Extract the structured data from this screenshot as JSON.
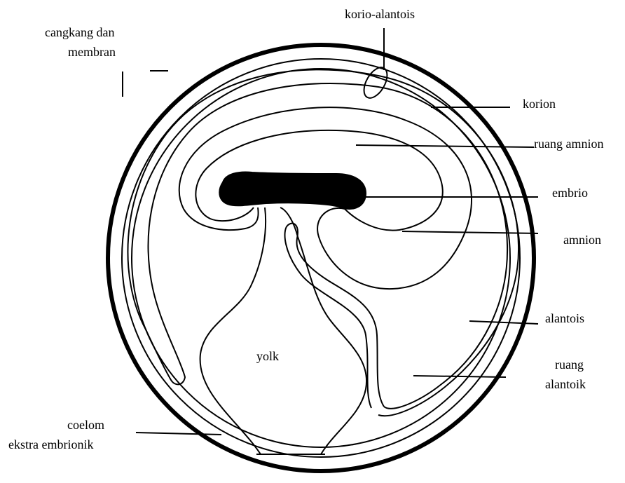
{
  "labels": {
    "shell": [
      "cangkang dan",
      "membran"
    ],
    "chorioallantois": "korio-alantois",
    "chorion": "korion",
    "amnion_space": "ruang amnion",
    "embryo": "embrio",
    "amnion": "amnion",
    "allantois": "alantois",
    "allantoic_space": [
      "ruang",
      "alantoik"
    ],
    "coelom": [
      "coelom",
      "ekstra embrionik"
    ],
    "yolk": "yolk"
  },
  "colors": {
    "ink": "#000000",
    "background": "#ffffff"
  }
}
